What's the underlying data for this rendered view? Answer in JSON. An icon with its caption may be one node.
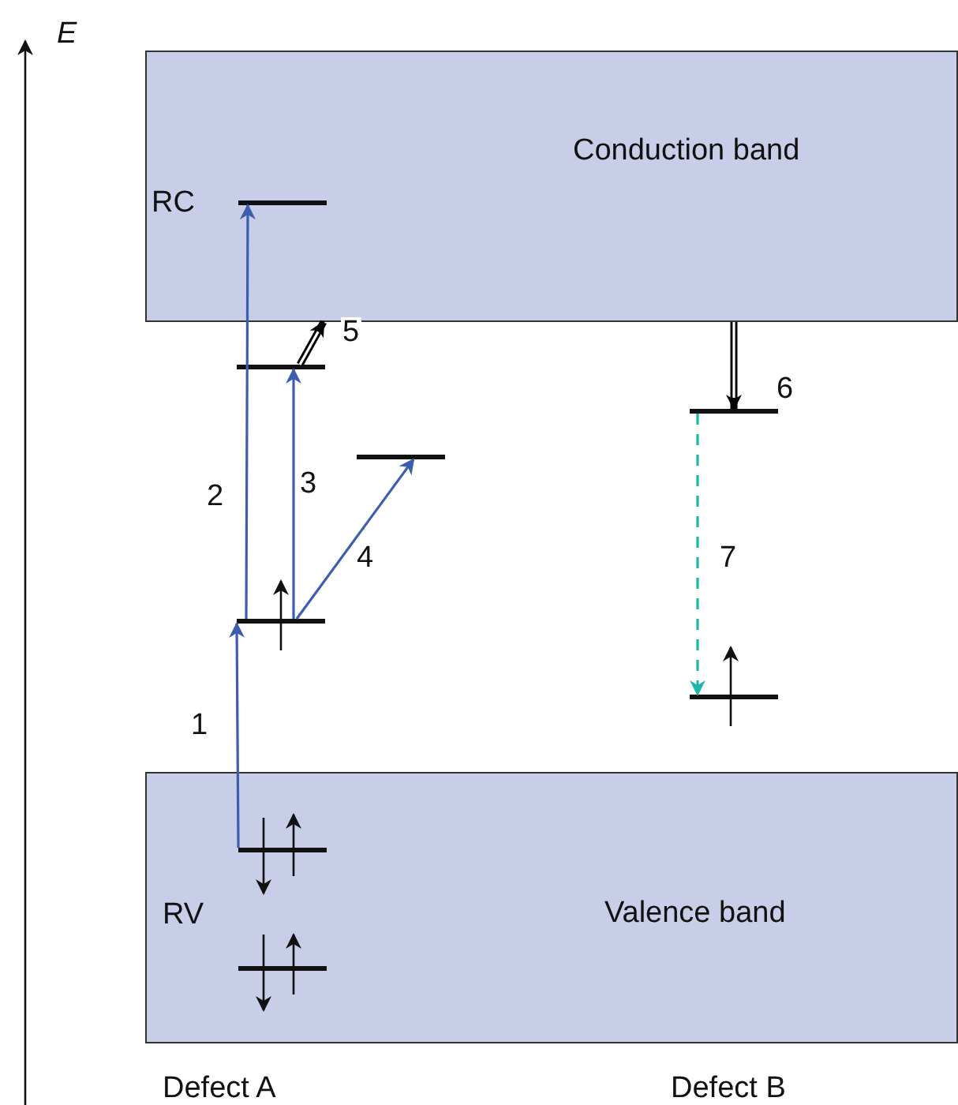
{
  "diagram": {
    "nodes": [
      {
        "text": [
          "Conduction band"
        ]
      },
      {
        "text": [
          "Valence band"
        ]
      },
      {
        "text": [],
        "shape": "bar",
        "in": 0,
        "beside": [
          "RC"
        ]
      },
      {
        "text": [],
        "shape": "bar"
      },
      {
        "text": [],
        "shape": "bar"
      },
      {
        "text": [],
        "shape": "bar"
      },
      {
        "text": [],
        "shape": "bar",
        "in": 1
      },
      {
        "text": [],
        "shape": "bar",
        "in": 1
      },
      {
        "text": [],
        "shape": "bar"
      },
      {
        "text": [],
        "shape": "bar"
      }
    ],
    "edges": [
      {
        "from": 6,
        "to": 5,
        "arrow": "to",
        "label": "1"
      },
      {
        "from": 5,
        "to": 2,
        "arrow": "to",
        "label": "2"
      },
      {
        "from": 5,
        "to": 3,
        "arrow": "to",
        "label": "3"
      },
      {
        "from": 5,
        "to": 4,
        "arrow": "to",
        "label": "4"
      },
      {
        "from": 3,
        "to": 0,
        "arrow": "to",
        "label": "5",
        "style": "thick",
        "color": "#000000"
      },
      {
        "from": 0,
        "to": 8,
        "arrow": "to",
        "label": "6",
        "style": "thick",
        "color": "#000000"
      },
      {
        "from": 8,
        "to": 9,
        "arrow": "to",
        "label": "7",
        "style": "dashed",
        "color": "#1fb5aa"
      }
    ],
    "labels": [
      "E",
      "RV",
      "Defect A",
      "Defect B"
    ]
  }
}
